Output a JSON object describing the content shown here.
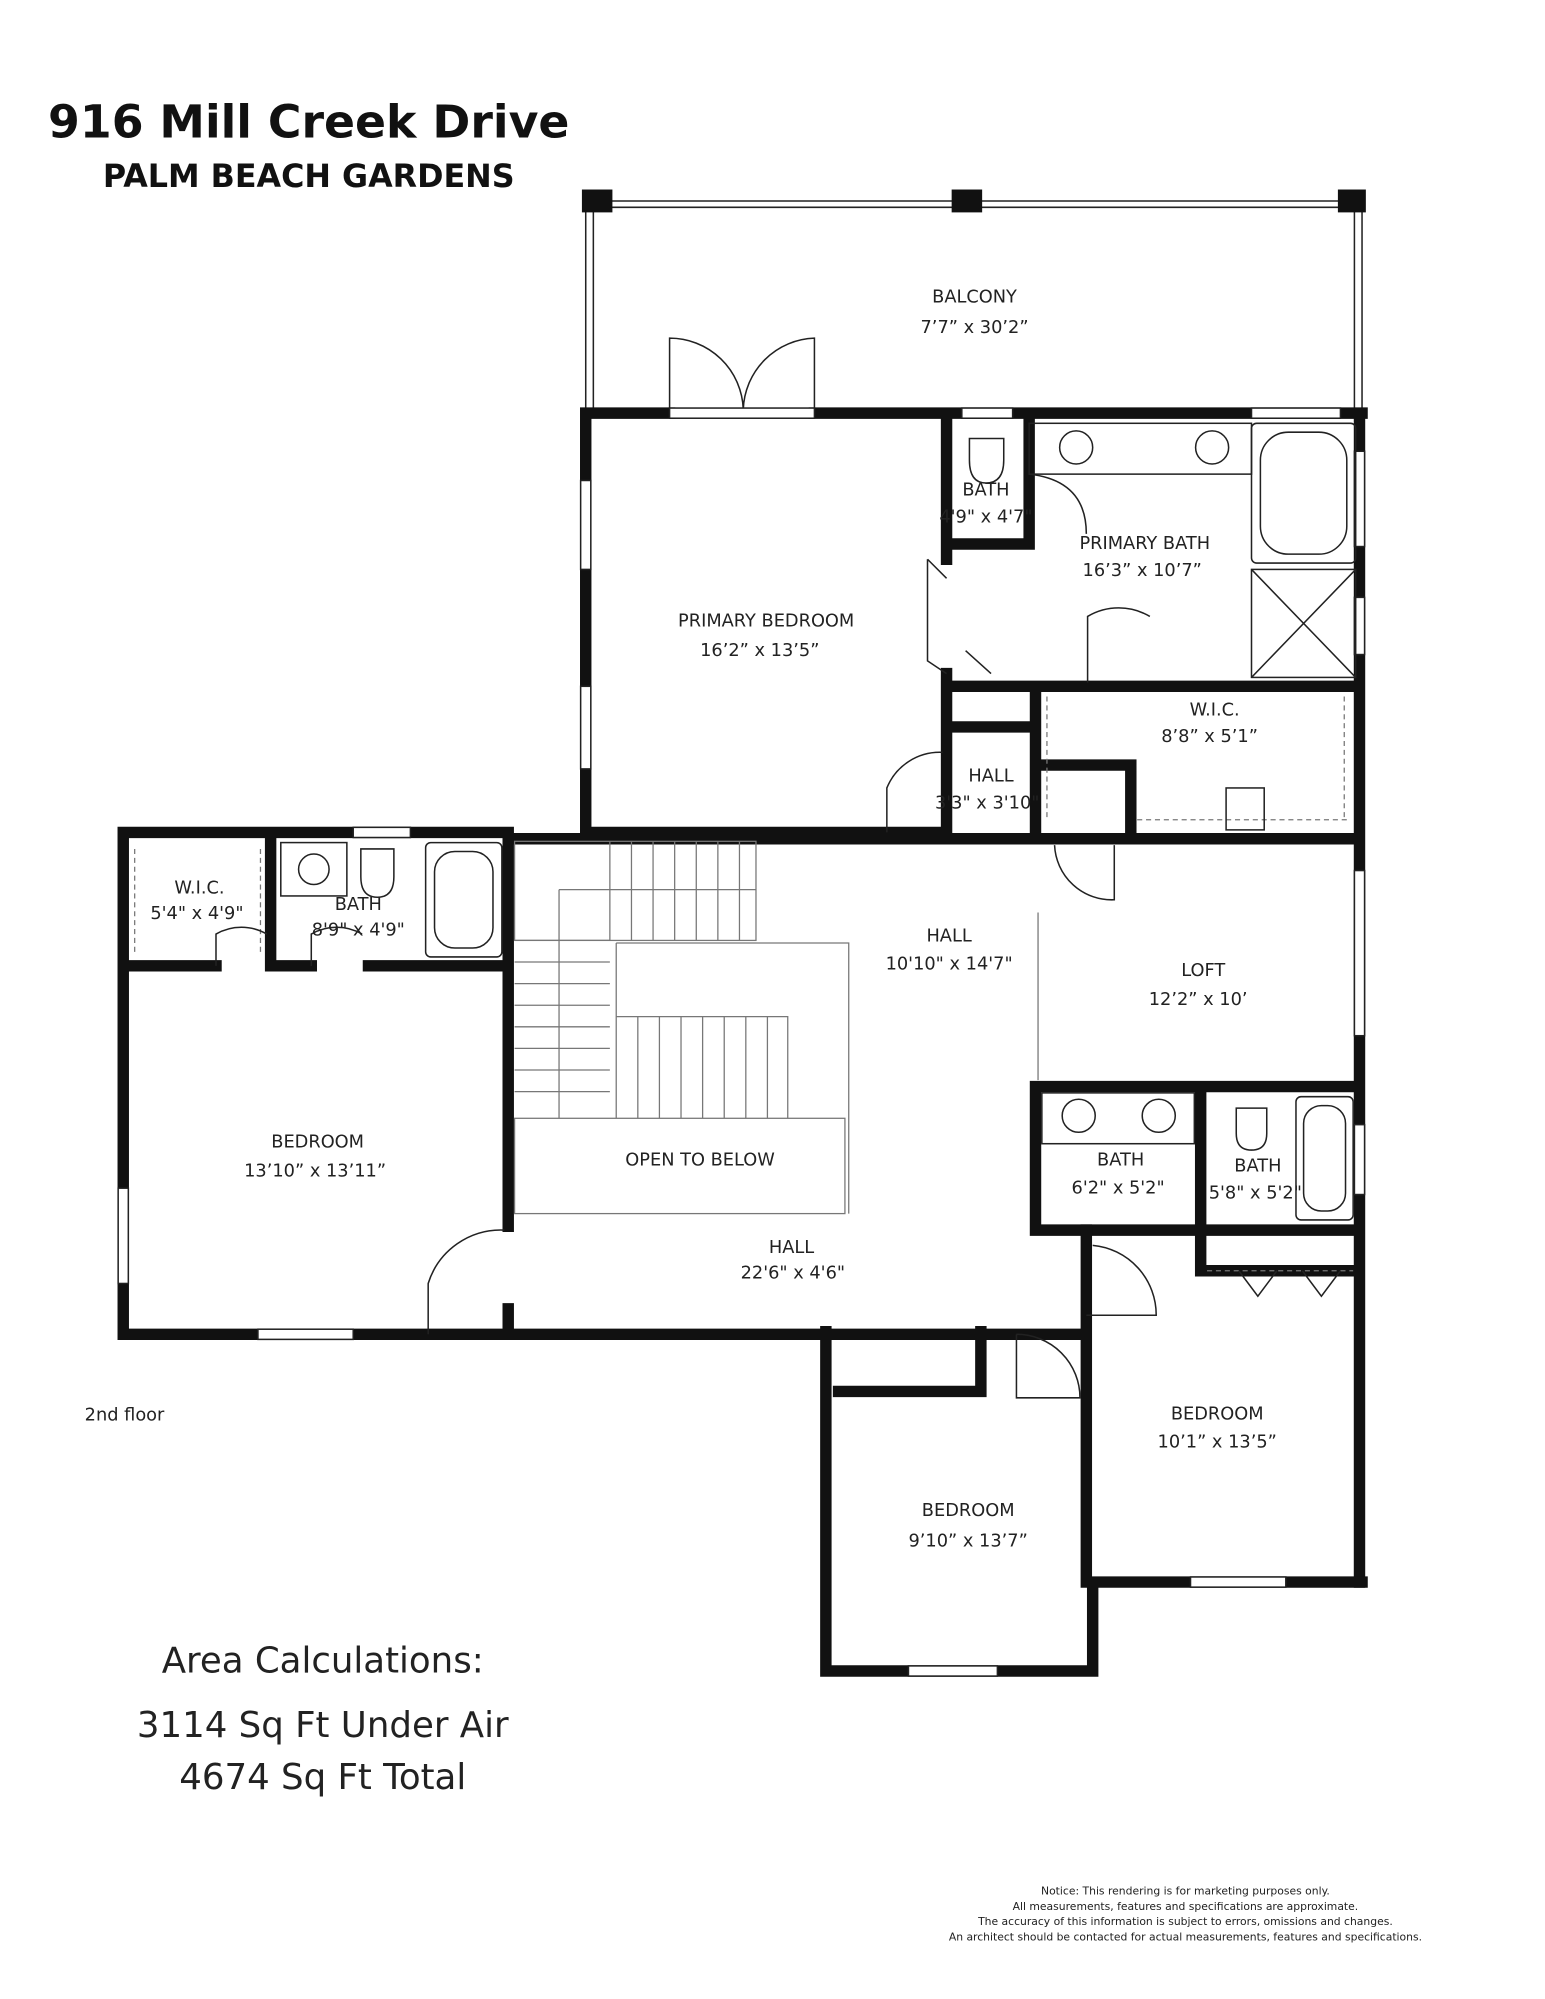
{
  "header": {
    "address": "916 Mill Creek Drive",
    "city": "PALM BEACH GARDENS"
  },
  "floor_label": "2nd floor",
  "rooms": [
    {
      "name": "BALCONY",
      "size": "7’7” x 30’2”"
    },
    {
      "name": "PRIMARY BEDROOM",
      "size": "16’2” x 13’5”"
    },
    {
      "name": "BATH",
      "size": "4'9\" x 4'7\""
    },
    {
      "name": "PRIMARY BATH",
      "size": "16’3” x 10’7”"
    },
    {
      "name": "W.I.C.",
      "size": "8’8” x 5’1”"
    },
    {
      "name": "HALL",
      "size": "3'3\" x 3'10\""
    },
    {
      "name": "W.I.C.",
      "size": "5'4\" x 4'9\""
    },
    {
      "name": "BATH",
      "size": "8'9\" x 4'9\""
    },
    {
      "name": "HALL",
      "size": "10'10\" x 14'7\""
    },
    {
      "name": "LOFT",
      "size": "12’2” x 10’"
    },
    {
      "name": "BEDROOM",
      "size": "13’10” x 13’11”"
    },
    {
      "name": "OPEN TO BELOW",
      "size": ""
    },
    {
      "name": "BATH",
      "size": "6'2\" x 5'2\""
    },
    {
      "name": "BATH",
      "size": "5'8\" x 5'2\""
    },
    {
      "name": "HALL",
      "size": "22'6\" x 4'6\""
    },
    {
      "name": "BEDROOM",
      "size": "10’1” x 13’5”"
    },
    {
      "name": "BEDROOM",
      "size": "9’10” x 13’7”"
    }
  ],
  "area": {
    "heading": "Area Calculations:",
    "under_air": "3114 Sq Ft Under Air",
    "total": "4674 Sq Ft Total"
  },
  "notice": [
    "Notice: This rendering is for marketing purposes only.",
    "All measurements, features and specifications are approximate.",
    "The accuracy of this information is subject to errors, omissions and changes.",
    "An architect should be contacted for actual measurements, features and specifications."
  ]
}
